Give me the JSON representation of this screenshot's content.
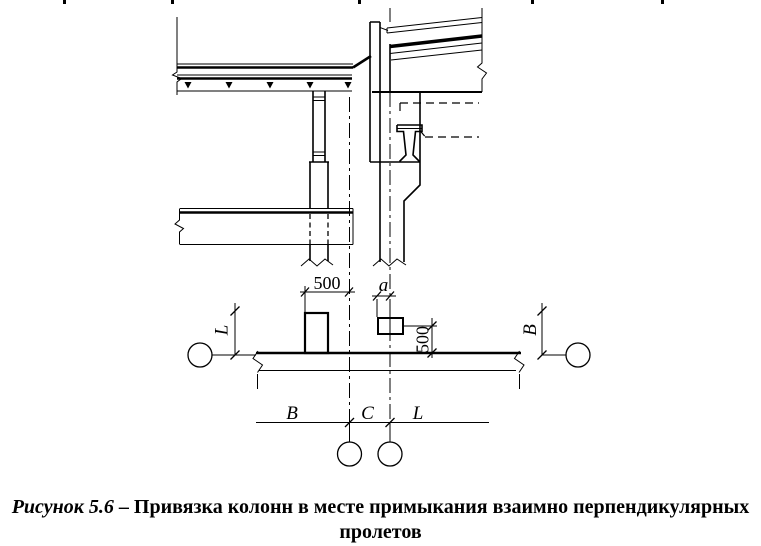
{
  "figure_caption": {
    "label": "Рисунок 5.6",
    "text_line1": "– Привязка колонн в месте примыкания взаимно перпендикулярных",
    "text_line2": "пролетов"
  },
  "dimensions": {
    "col_offset_500": "500",
    "rail_offset_500": "500",
    "gap_a": "a",
    "span_L_side": "L",
    "span_B_side": "B",
    "bottom_span_B": "B",
    "bottom_insert_C": "C",
    "bottom_span_L": "L"
  },
  "colors": {
    "line": "#000000",
    "background": "#ffffff"
  }
}
